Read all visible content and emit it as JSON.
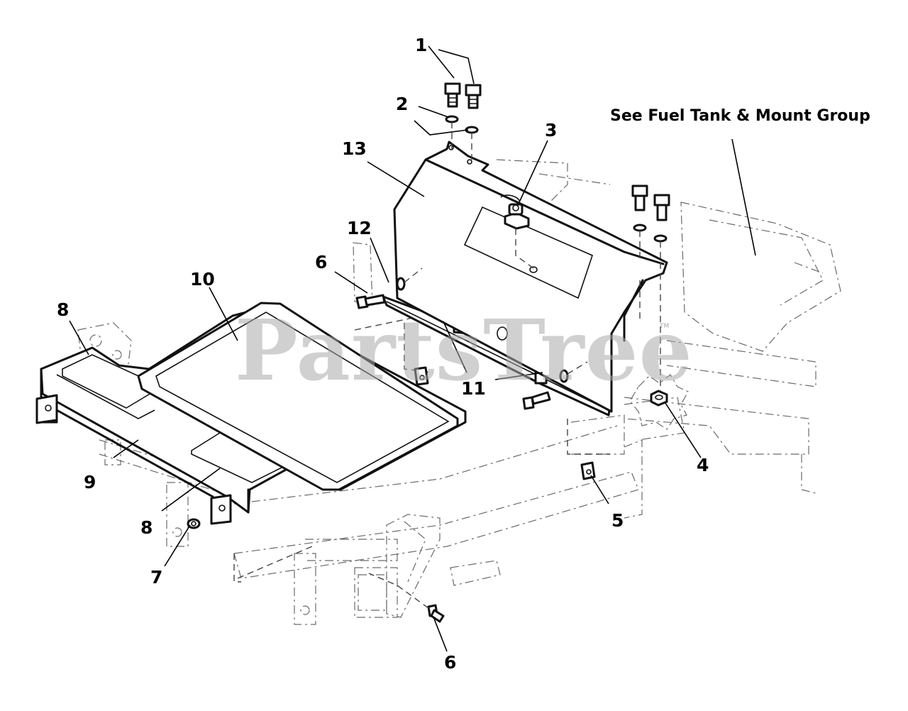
{
  "diagram": {
    "note": "See Fuel Tank & Mount Group",
    "watermark": "PartsTree",
    "watermark_mark": "TM",
    "callouts": {
      "c1": "1",
      "c2": "2",
      "c3": "3",
      "c4": "4",
      "c5": "5",
      "c6_top": "6",
      "c6_bottom": "6",
      "c7": "7",
      "c8_top": "8",
      "c8_bottom": "8",
      "c9": "9",
      "c10": "10",
      "c11": "11",
      "c12": "12",
      "c13": "13"
    }
  },
  "colors": {
    "line": "#111111",
    "watermark": "#a9a9a9",
    "background": "#ffffff"
  }
}
